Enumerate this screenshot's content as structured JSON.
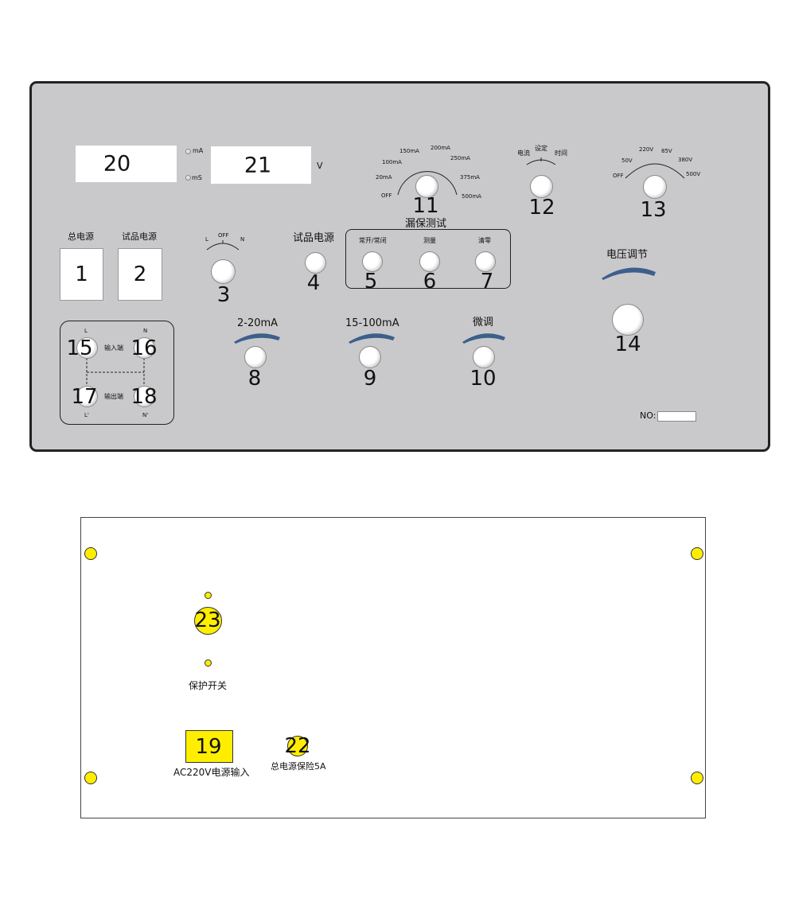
{
  "front_panel": {
    "display_20": "20",
    "display_21": "21",
    "unit_ma": "mA",
    "unit_ms": "mS",
    "unit_v": "V",
    "label_main_power": "总电源",
    "label_sample_power_top": "试品电源",
    "box_1": "1",
    "box_2": "2",
    "knob3_off": "OFF",
    "knob3_l": "L",
    "knob3_n": "N",
    "num_3": "3",
    "label_sample_power": "试品电源",
    "num_4": "4",
    "group_title": "漏保测试",
    "label_5": "常开/常闭",
    "label_6": "测量",
    "label_7": "清零",
    "num_5": "5",
    "num_6": "6",
    "num_7": "7",
    "dial11": {
      "off": "OFF",
      "t20": "20mA",
      "t100": "100mA",
      "t150": "150mA",
      "t200": "200mA",
      "t250": "250mA",
      "t375": "375mA",
      "t500": "500mA"
    },
    "num_11": "11",
    "dial12": {
      "current": "电流",
      "set": "设定",
      "time": "时间"
    },
    "num_12": "12",
    "dial13": {
      "off": "OFF",
      "t50": "50V",
      "t220": "220V",
      "t85": "85V",
      "t380": "380V",
      "t500": "500V"
    },
    "num_13": "13",
    "label_voltage_adjust": "电压调节",
    "num_14": "14",
    "label_2_20ma": "2-20mA",
    "label_15_100ma": "15-100mA",
    "label_fine": "微调",
    "num_8": "8",
    "num_9": "9",
    "num_10": "10",
    "io": {
      "l": "L",
      "n": "N",
      "input": "输入端",
      "output": "输出端",
      "l2": "L'",
      "n2": "N'",
      "n15": "15",
      "n16": "16",
      "n17": "17",
      "n18": "18"
    },
    "no_label": "NO:"
  },
  "back_panel": {
    "num_23": "23",
    "label_protect": "保护开关",
    "num_19": "19",
    "label_ac_input": "AC220V电源输入",
    "num_22": "22",
    "label_fuse": "总电源保险5A"
  },
  "colors": {
    "panel": "#c9c9cb",
    "accent_arc": "#3d5f8c",
    "yellow": "#ffee00"
  }
}
